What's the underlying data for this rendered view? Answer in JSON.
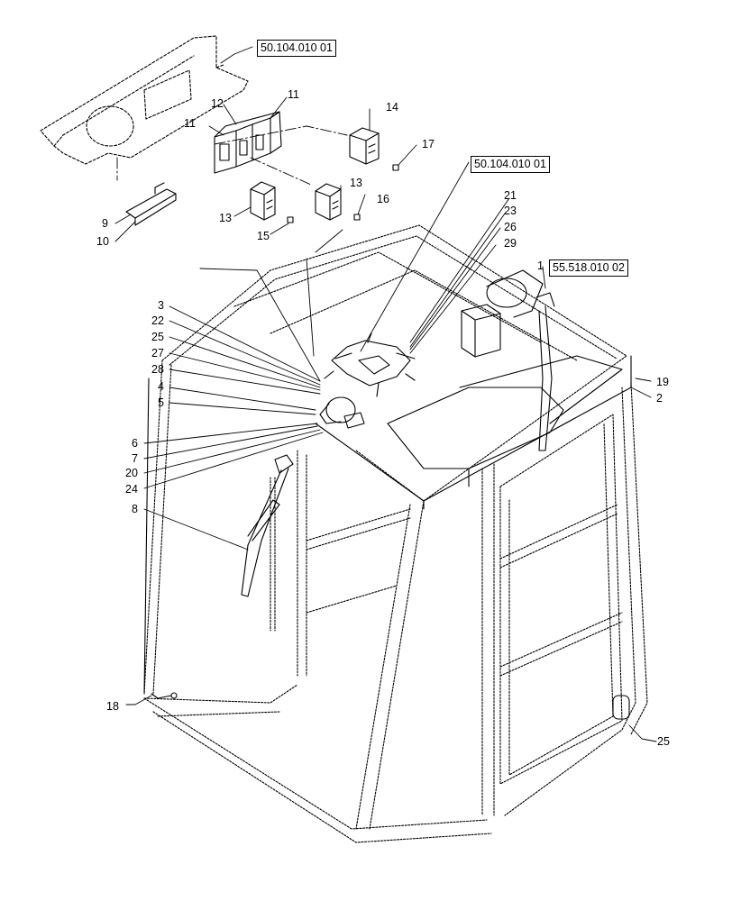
{
  "references": {
    "top_left": "50.104.010 01",
    "fan": "50.104.010 01",
    "wiper_motor": "55.518.010 02"
  },
  "callouts": {
    "c1": "1",
    "c2": "2",
    "c3": "3",
    "c4": "4",
    "c5": "5",
    "c6": "6",
    "c7": "7",
    "c8": "8",
    "c9": "9",
    "c10": "10",
    "c11a": "11",
    "c11b": "11",
    "c12": "12",
    "c13a": "13",
    "c13b": "13",
    "c14": "14",
    "c15": "15",
    "c16": "16",
    "c17": "17",
    "c18": "18",
    "c19": "19",
    "c20": "20",
    "c21": "21",
    "c22": "22",
    "c23": "23",
    "c24": "24",
    "c25a": "25",
    "c25b": "25",
    "c26": "26",
    "c27": "27",
    "c28": "28",
    "c29": "29"
  }
}
